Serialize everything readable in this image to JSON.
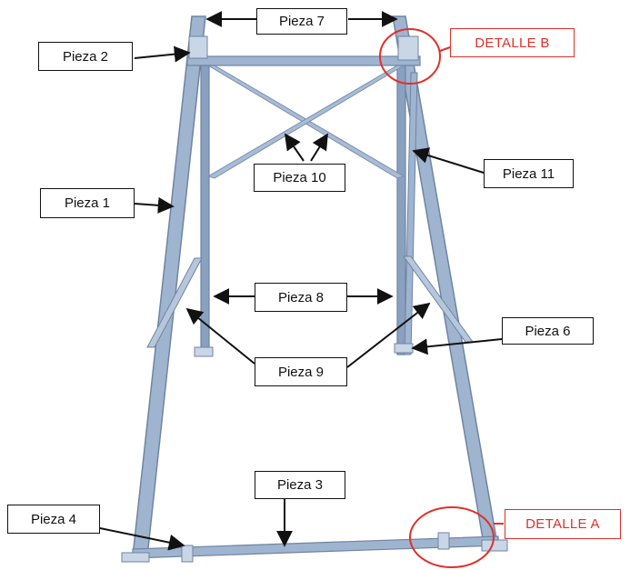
{
  "labels": {
    "pieza1": "Pieza 1",
    "pieza2": "Pieza 2",
    "pieza3": "Pieza 3",
    "pieza4": "Pieza 4",
    "pieza6": "Pieza 6",
    "pieza7": "Pieza 7",
    "pieza8": "Pieza 8",
    "pieza9": "Pieza 9",
    "pieza10": "Pieza 10",
    "pieza11": "Pieza 11",
    "detalle_a": "DETALLE A",
    "detalle_b": "DETALLE B"
  },
  "colors": {
    "frame_main": "#9fb4cf",
    "frame_shadow": "#6f84a3",
    "frame_light": "#c9d6e6",
    "callout_text": "#111111",
    "detail_red": "#e0302a"
  }
}
